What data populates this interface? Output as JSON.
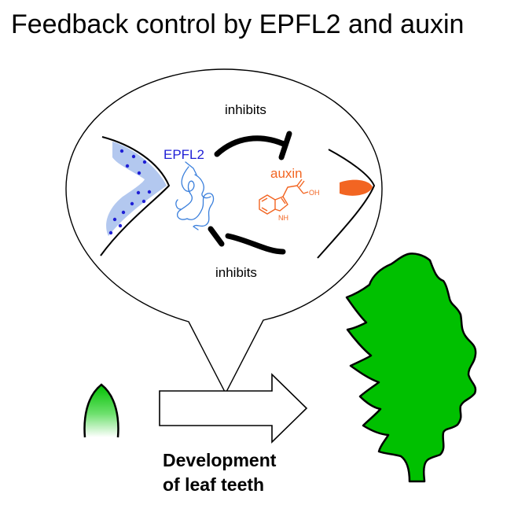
{
  "title": "Feedback control by EPFL2 and auxin",
  "labels": {
    "inhibits_top": "inhibits",
    "inhibits_bottom": "inhibits",
    "epfl2": "EPFL2",
    "auxin": "auxin",
    "oh": "OH",
    "nh": "N\nH",
    "caption_line1": "Development",
    "caption_line2": "of leaf teeth"
  },
  "colors": {
    "epfl2": "#1f1fd6",
    "epfl2_fill": "#b3c8ef",
    "protein": "#3a7fdc",
    "auxin": "#f26522",
    "leaf_green": "#00c000",
    "black": "#000000"
  },
  "icons": {
    "epfl2_protein": "protein-ribbon-icon",
    "auxin_molecule": "indole-acetic-acid-icon"
  }
}
